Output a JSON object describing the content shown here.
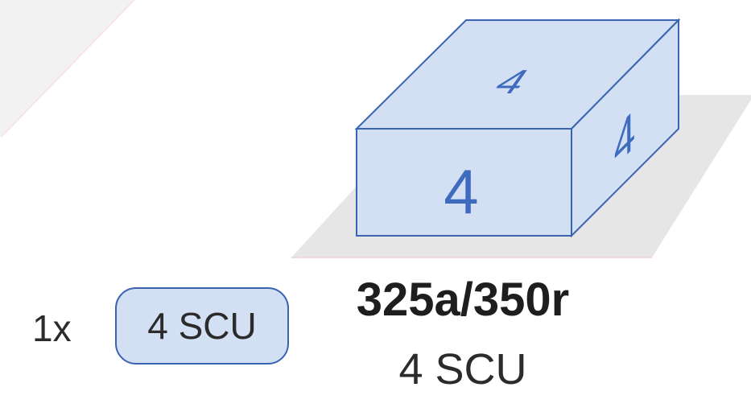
{
  "box": {
    "front_label": "4",
    "top_label": "4",
    "side_label": "4",
    "fill_color": "#d3e0f4",
    "stroke_color": "#3a64b2",
    "label_color": "#3f6bbf"
  },
  "left": {
    "quantity": "1x",
    "pill_label": "4 SCU"
  },
  "info": {
    "rating": "325a/350r",
    "capacity": "4 SCU"
  }
}
